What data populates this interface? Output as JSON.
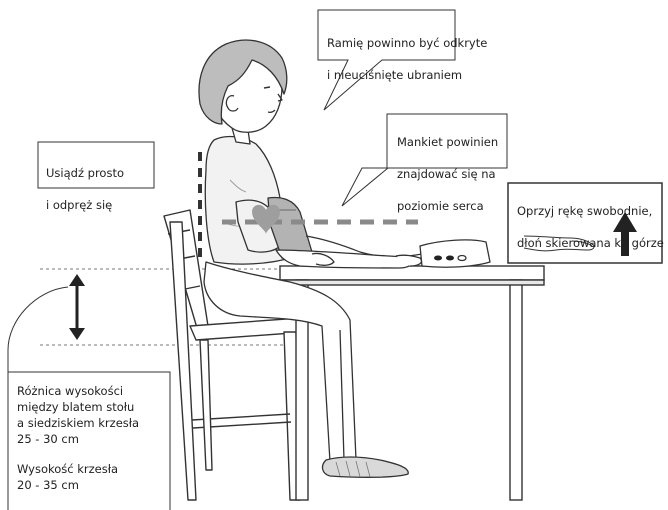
{
  "callouts": {
    "arm": {
      "line1": "Ramię powinno być odkryte",
      "line2": "i nieuciśnięte ubraniem"
    },
    "cuff": {
      "line1": "Mankiet powinien",
      "line2": "znajdować się na",
      "line3": "poziomie serca"
    },
    "sit": {
      "line1": "Usiądź prosto",
      "line2": "i odpręż się"
    },
    "hand": {
      "line1": "Oprzyj rękę swobodnie,",
      "line2": "dłoń skierowana ku górze"
    },
    "height": {
      "line1": "Różnica wysokości",
      "line2": "między blatem stołu",
      "line3": "a siedziskiem krzesła",
      "line4": "25 - 30 cm",
      "line5": "Wysokość krzesła",
      "line6": "20 - 35 cm"
    }
  },
  "colors": {
    "ink": "#333333",
    "dash": "#8a8a8a",
    "heart": "#9e9e9e",
    "cuff": "#b3b3b3",
    "shirt": "#f2f2f2"
  }
}
